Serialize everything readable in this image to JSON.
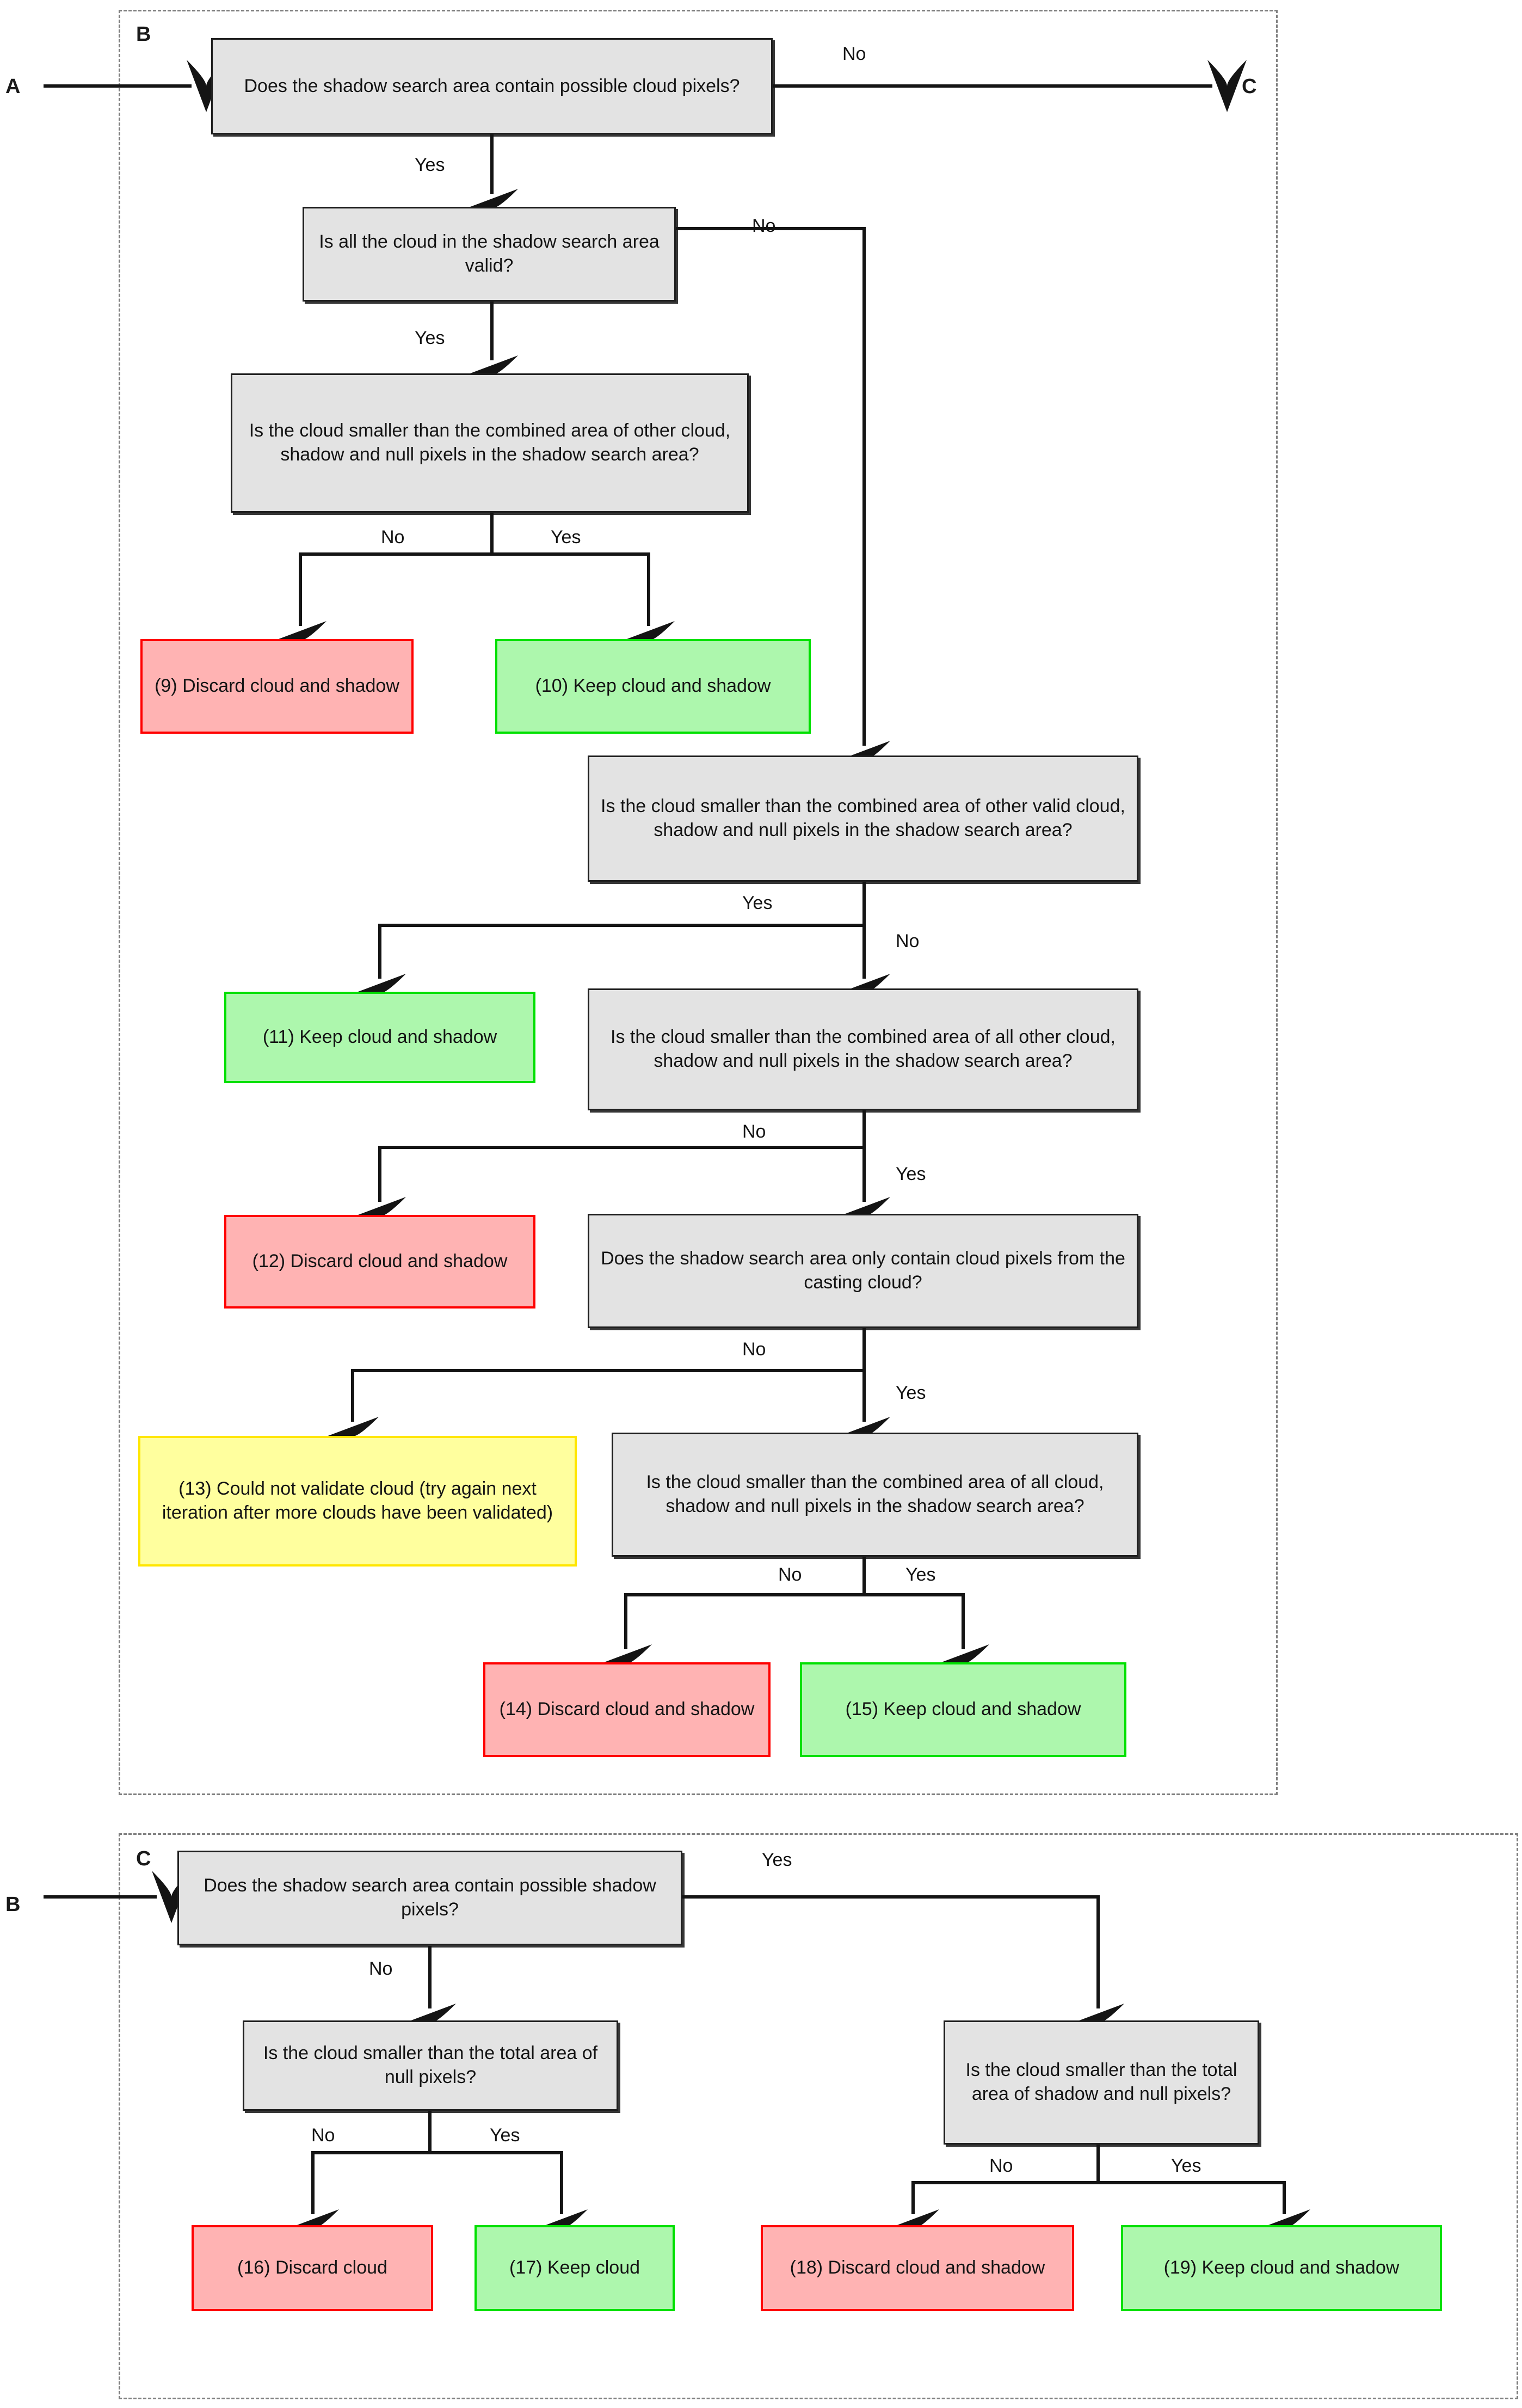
{
  "diagram": {
    "title": "Cloud and shadow validation decision flowchart (parts B and C)",
    "colors": {
      "decision_fill": "#e3e3e3",
      "decision_stroke": "#1f1f1f",
      "discard_fill": "#ffb3b3",
      "discard_stroke": "#ff0000",
      "keep_fill": "#adf7ad",
      "keep_stroke": "#00e000",
      "warn_fill": "#ffff9e",
      "warn_stroke": "#ffe600",
      "frame_stroke": "#808080",
      "wire_stroke": "#141414"
    }
  },
  "groups": [
    {
      "tag": "B",
      "label": "B"
    },
    {
      "tag": "C",
      "label": "C"
    }
  ],
  "connectors": {
    "in_a": "A",
    "out_c": "C",
    "in_b": "B"
  },
  "nodes": {
    "b1": {
      "text": "Does the shadow search area contain possible cloud pixels?",
      "kind": "decision"
    },
    "b2": {
      "text": "Is all the cloud in the shadow search area valid?",
      "kind": "decision"
    },
    "b3": {
      "text": "Is the cloud smaller than the combined area of other cloud, shadow and null pixels in the shadow search area?",
      "kind": "decision"
    },
    "b9": {
      "text": "(9) Discard cloud and shadow",
      "kind": "discard"
    },
    "b10": {
      "text": "(10) Keep cloud and shadow",
      "kind": "keep"
    },
    "b4": {
      "text": "Is the cloud smaller than the combined area of other valid cloud, shadow and null pixels in the shadow search area?",
      "kind": "decision"
    },
    "b11": {
      "text": "(11) Keep cloud and shadow",
      "kind": "keep"
    },
    "b5": {
      "text": "Is the cloud smaller than the combined area of all other cloud, shadow and null pixels in the shadow search area?",
      "kind": "decision"
    },
    "b12": {
      "text": "(12) Discard cloud and shadow",
      "kind": "discard"
    },
    "b6": {
      "text": "Does the shadow search area only contain cloud pixels from the casting cloud?",
      "kind": "decision"
    },
    "b13": {
      "text": "(13) Could not validate cloud (try again next iteration after more clouds have been validated)",
      "kind": "warn"
    },
    "b7": {
      "text": "Is the cloud smaller than the combined area of all cloud, shadow and null pixels in the shadow search area?",
      "kind": "decision"
    },
    "b14": {
      "text": "(14) Discard cloud and shadow",
      "kind": "discard"
    },
    "b15": {
      "text": "(15) Keep cloud and shadow",
      "kind": "keep"
    },
    "c1": {
      "text": "Does the shadow search area contain possible shadow pixels?",
      "kind": "decision"
    },
    "c2": {
      "text": "Is the cloud smaller than the total area of null pixels?",
      "kind": "decision"
    },
    "c3": {
      "text": "Is the cloud smaller than the total area of shadow and null pixels?",
      "kind": "decision"
    },
    "c16": {
      "text": "(16) Discard cloud",
      "kind": "discard"
    },
    "c17": {
      "text": "(17) Keep cloud",
      "kind": "keep"
    },
    "c18": {
      "text": "(18) Discard cloud and shadow",
      "kind": "discard"
    },
    "c19": {
      "text": "(19) Keep cloud and shadow",
      "kind": "keep"
    }
  },
  "edge_labels": {
    "b1_no": "No",
    "b1_yes": "Yes",
    "b2_no": "No",
    "b2_yes": "Yes",
    "b3_no": "No",
    "b3_yes": "Yes",
    "b4_yes": "Yes",
    "b4_no": "No",
    "b5_no": "No",
    "b5_yes": "Yes",
    "b6_no": "No",
    "b6_yes": "Yes",
    "b7_no": "No",
    "b7_yes": "Yes",
    "c1_yes": "Yes",
    "c1_no": "No",
    "c2_no": "No",
    "c2_yes": "Yes",
    "c3_no": "No",
    "c3_yes": "Yes"
  }
}
